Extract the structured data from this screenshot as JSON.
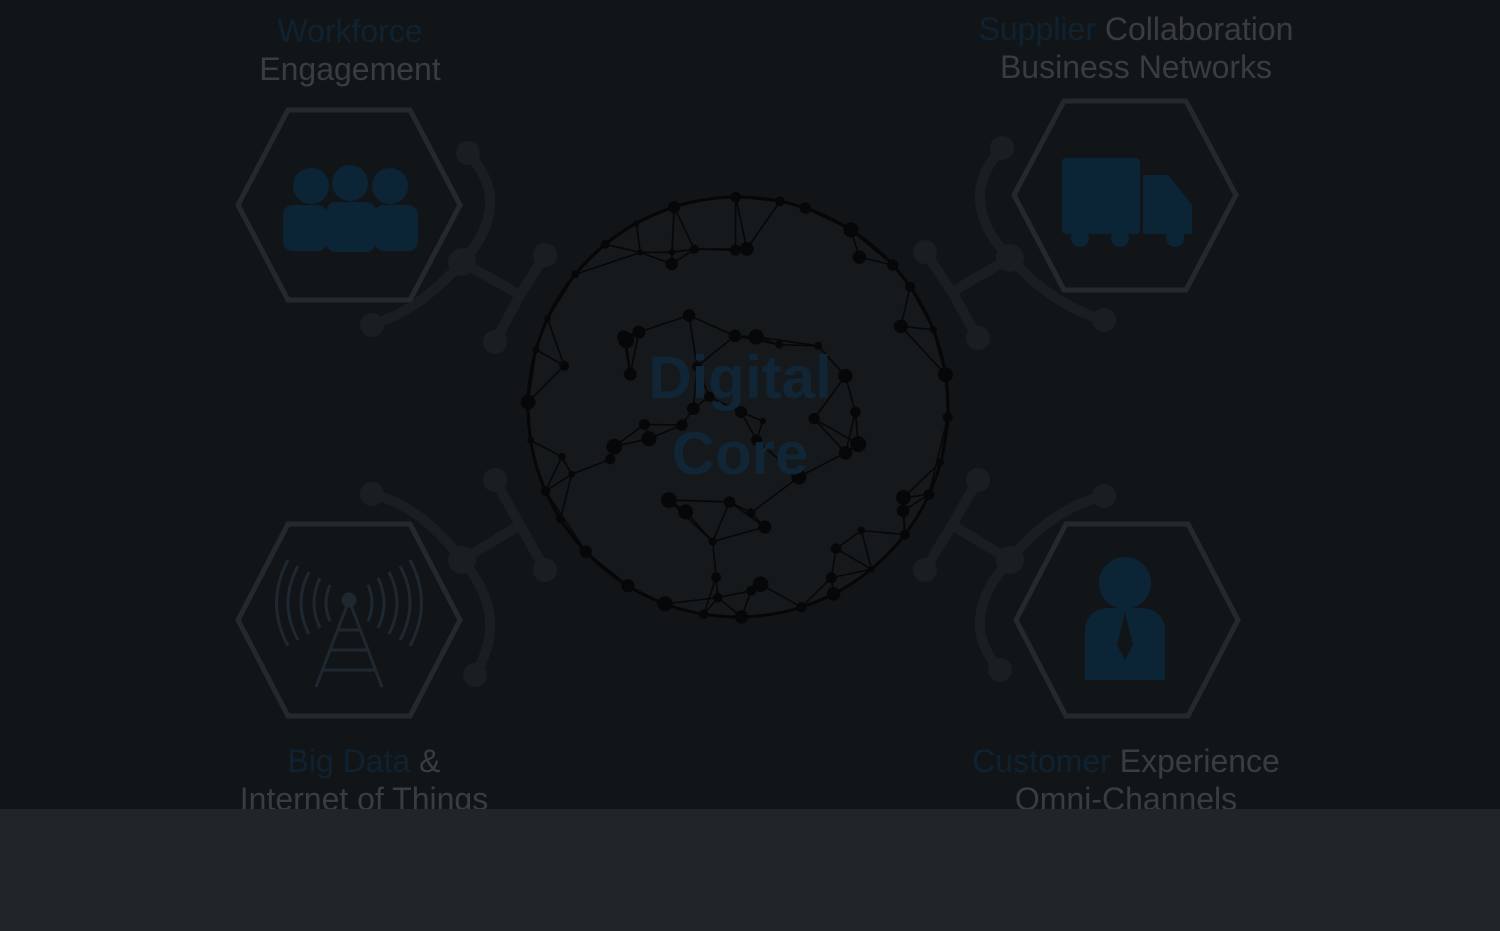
{
  "colors": {
    "background": "#121518",
    "footer": "#212529",
    "accent": "#0e2231",
    "icon_fill": "#0c2536",
    "muted_text": "#393d42",
    "hex_stroke": "#25292d",
    "network": "#060708"
  },
  "core": {
    "line1": "Digital",
    "line2": "Core"
  },
  "nodes": {
    "workforce": {
      "accent": "Workforce",
      "line2": "Engagement",
      "icon": "people-group-icon"
    },
    "supplier": {
      "accent": "Supplier",
      "rest": " Collaboration",
      "line2": "Business Networks",
      "icon": "truck-icon"
    },
    "bigdata": {
      "accent": "Big Data",
      "rest": " &",
      "line2": "Internet of Things",
      "icon": "antenna-tower-icon"
    },
    "customer": {
      "accent": "Customer",
      "rest": " Experience",
      "line2": "Omni-Channels",
      "icon": "business-person-icon"
    }
  }
}
